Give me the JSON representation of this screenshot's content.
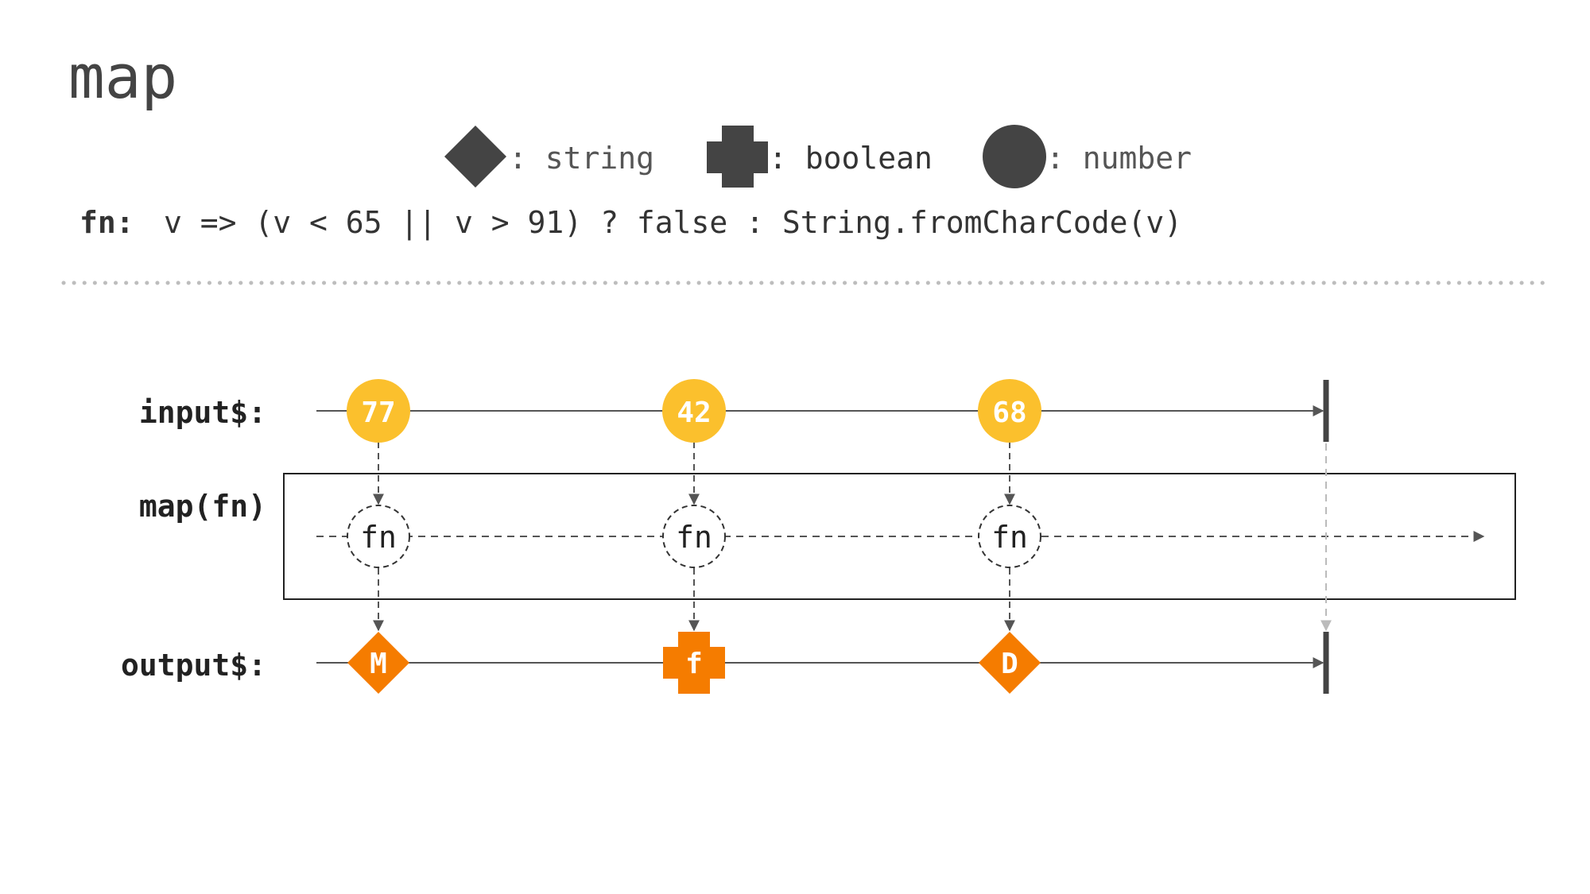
{
  "title": "map",
  "legend": [
    {
      "shape": "diamond",
      "label": ": string"
    },
    {
      "shape": "cross",
      "label": ": boolean"
    },
    {
      "shape": "circle",
      "label": ": number"
    }
  ],
  "fn_prefix": "fn:",
  "fn_body": "v => (v < 65 || v > 91) ? false : String.fromCharCode(v)",
  "rows": {
    "input": "input$:",
    "operator": "map(fn)",
    "output": "output$:"
  },
  "operator_node_label": "fn",
  "input_values": [
    "77",
    "42",
    "68"
  ],
  "output_values": [
    {
      "shape": "diamond",
      "label": "M"
    },
    {
      "shape": "cross",
      "label": "f"
    },
    {
      "shape": "diamond",
      "label": "D"
    }
  ],
  "colors": {
    "text_dark": "#444444",
    "code_text": "#333333",
    "input_marble": "#FBC02D",
    "output_marble": "#F57C00",
    "legend_shape": "#444444",
    "divider_dots": "#bdbdbd",
    "line": "#555555",
    "dashed_light": "#bbbbbb"
  }
}
